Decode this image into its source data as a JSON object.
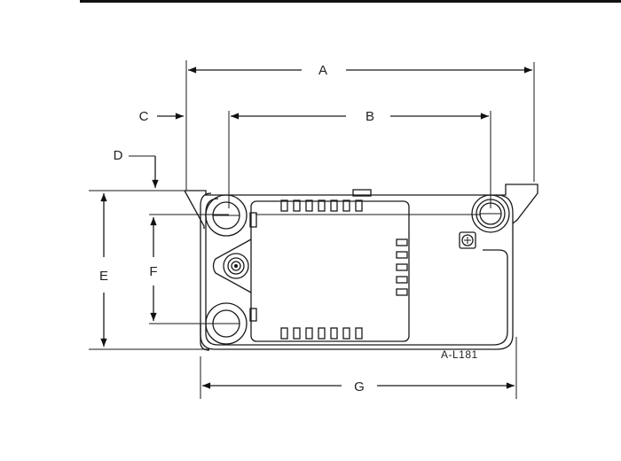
{
  "drawing": {
    "labels": {
      "A": "A",
      "B": "B",
      "C": "C",
      "D": "D",
      "E": "E",
      "F": "F",
      "G": "G"
    },
    "reference": "A-L181"
  },
  "colors": {
    "line": "#1a1a1a",
    "background": "#ffffff"
  }
}
